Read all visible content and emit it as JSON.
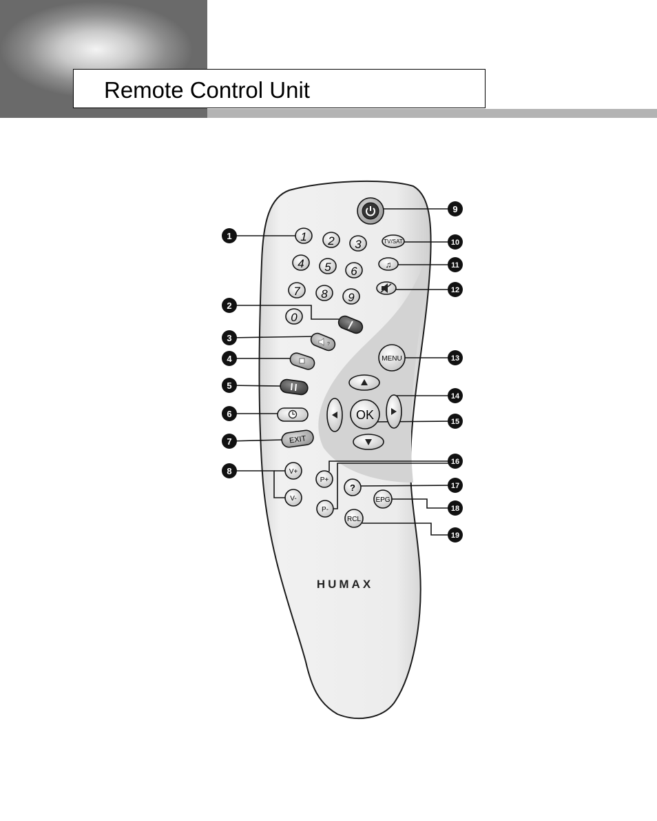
{
  "header": {
    "title": "Remote Control Unit"
  },
  "brand": "HUMAX",
  "remote": {
    "number_keys": [
      "1",
      "2",
      "3",
      "4",
      "5",
      "6",
      "7",
      "8",
      "9",
      "0"
    ],
    "buttons": {
      "tvsat": "TV/SAT",
      "menu": "MENU",
      "ok": "OK",
      "exit": "EXIT",
      "vplus": "V+",
      "vminus": "V-",
      "pplus": "P+",
      "pminus": "P-",
      "info": "?",
      "epg": "EPG",
      "rcl": "RCL"
    },
    "icons": {
      "power": "power-icon",
      "music": "music-note-icon",
      "mute": "mute-icon",
      "slash": "slash-icon",
      "audio": "speaker-icon",
      "stop": "stop-icon",
      "pause": "pause-icon",
      "timer": "clock-icon",
      "up": "arrow-up-icon",
      "down": "arrow-down-icon",
      "left": "arrow-left-icon",
      "right": "arrow-right-icon"
    }
  },
  "callouts": [
    "1",
    "2",
    "3",
    "4",
    "5",
    "6",
    "7",
    "8",
    "9",
    "10",
    "11",
    "12",
    "13",
    "14",
    "15",
    "16",
    "17",
    "18",
    "19"
  ],
  "colors": {
    "remote_body": "#ebebeb",
    "remote_shade": "#d2d2d2",
    "callout": "#111111",
    "dark_button": "#5a5a5a"
  }
}
